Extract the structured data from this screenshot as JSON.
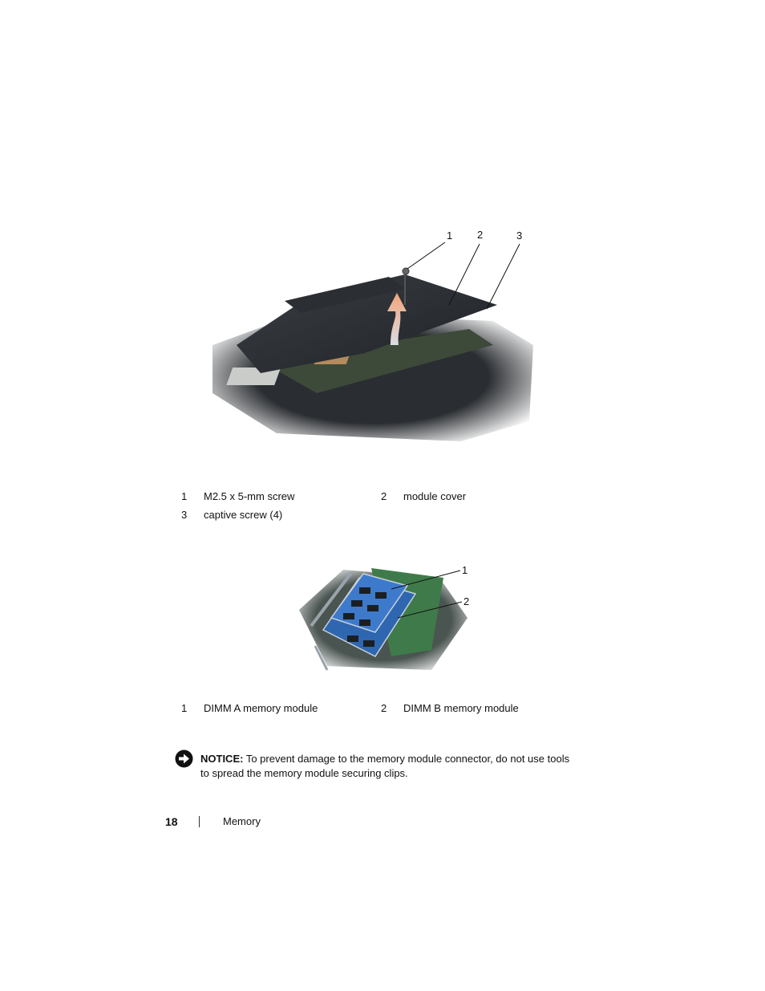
{
  "figure1": {
    "callouts": [
      "1",
      "2",
      "3"
    ],
    "legend": [
      {
        "num": "1",
        "text": "M2.5 x 5-mm screw"
      },
      {
        "num": "2",
        "text": "module cover"
      },
      {
        "num": "3",
        "text": "captive screw (4)"
      }
    ]
  },
  "figure2": {
    "callouts": [
      "1",
      "2"
    ],
    "legend": [
      {
        "num": "1",
        "text": "DIMM A memory module"
      },
      {
        "num": "2",
        "text": "DIMM B memory module"
      }
    ]
  },
  "notice": {
    "label": "NOTICE:",
    "text": "To prevent damage to the memory module connector, do not use tools to spread the memory module securing clips."
  },
  "footer": {
    "page_number": "18",
    "section": "Memory"
  }
}
